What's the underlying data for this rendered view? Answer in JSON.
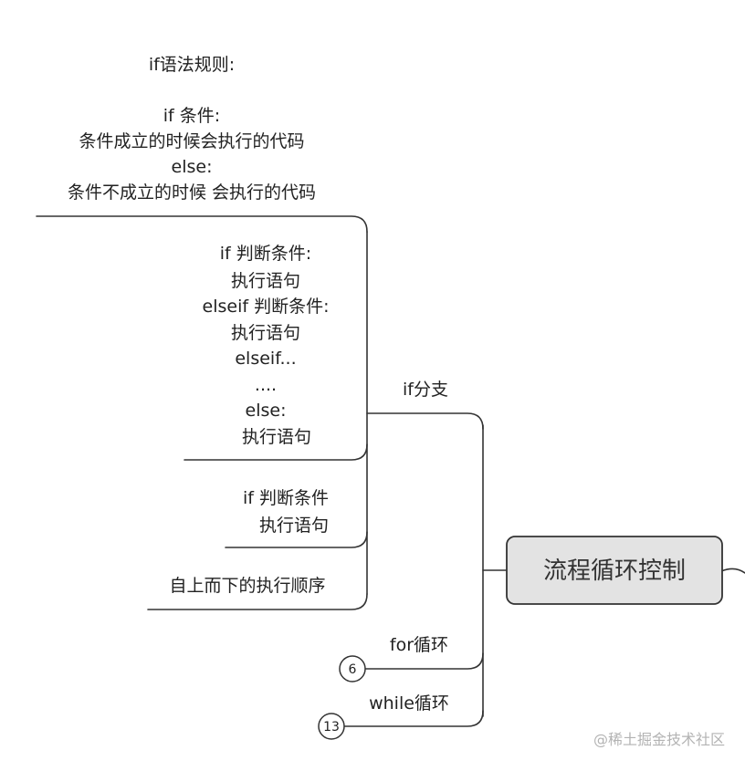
{
  "root": {
    "label": "流程循环控制"
  },
  "branches": {
    "if_branch": {
      "label": "if分支",
      "children": {
        "rule": {
          "lines": [
            "if语法规则:",
            "",
            "if 条件:",
            "条件成立的时候会执行的代码",
            "else:",
            "条件不成立的时候 会执行的代码"
          ]
        },
        "elseif": {
          "lines": [
            "if 判断条件:",
            "执行语句",
            "elseif 判断条件:",
            "执行语句",
            "elseif...",
            "....",
            "else:",
            "执行语句"
          ]
        },
        "simple_if": {
          "lines": [
            "if 判断条件",
            "执行语句"
          ]
        },
        "sequence": {
          "lines": [
            "自上而下的执行顺序"
          ]
        }
      }
    },
    "for_branch": {
      "label": "for循环",
      "badge": "6"
    },
    "while_branch": {
      "label": "while循环",
      "badge": "13"
    }
  },
  "watermark": "@稀土掘金技术社区"
}
